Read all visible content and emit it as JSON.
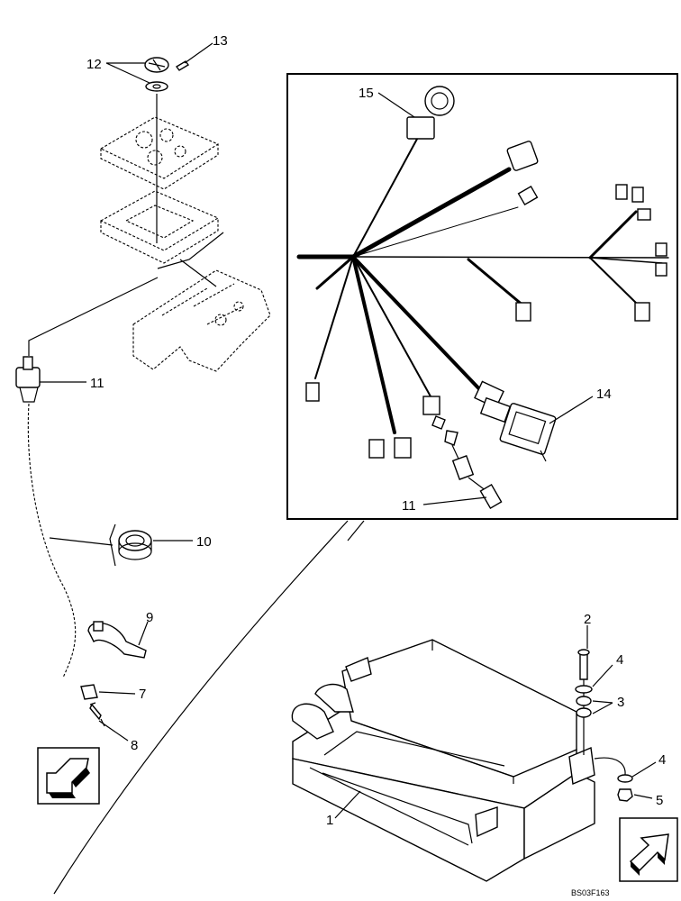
{
  "callouts": {
    "c1": "1",
    "c2": "2",
    "c3": "3",
    "c4a": "4",
    "c4b": "4",
    "c5": "5",
    "c7": "7",
    "c8": "8",
    "c9": "9",
    "c10": "10",
    "c11a": "11",
    "c11b": "11",
    "c12": "12",
    "c13": "13",
    "c14": "14",
    "c15": "15"
  },
  "drawing_ref": "BS03F163",
  "icons": {
    "direction_left": "arrow-down-left-icon",
    "direction_right": "arrow-up-right-icon"
  },
  "colors": {
    "ink": "#000000",
    "paper": "#ffffff"
  }
}
